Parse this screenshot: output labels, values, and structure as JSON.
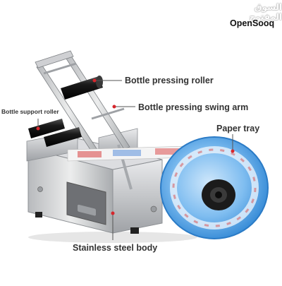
{
  "callouts": {
    "bottle_pressing_roller": "Bottle pressing roller",
    "bottle_pressing_swing_arm": "Bottle pressing swing arm",
    "bottle_support_roller": "Bottle support roller",
    "paper_tray": "Paper tray",
    "stainless_steel_body": "Stainless steel body"
  },
  "watermark": {
    "arabic": "السوق المفتوح",
    "latin": "OpenSooq"
  },
  "colors": {
    "callout_marker": "#d6262c",
    "leader_line": "#555555",
    "steel": "#c9cacd",
    "tray_blue": "#5ea9e6",
    "roller_black": "#1c1c1c"
  }
}
